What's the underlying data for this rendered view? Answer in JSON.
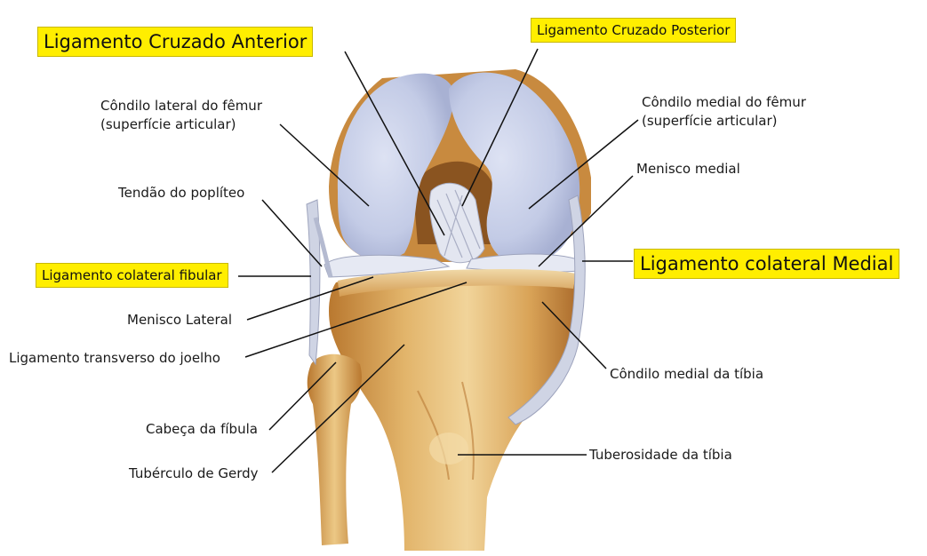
{
  "highlighted_labels": {
    "acl": "Ligamento Cruzado Anterior",
    "pcl": "Ligamento Cruzado Posterior",
    "lcl_fibular": "Ligamento colateral fibular",
    "mcl": "Ligamento colateral Medial"
  },
  "labels": {
    "lateral_condyle_femur_line1": "Côndilo lateral do fêmur",
    "lateral_condyle_femur_line2": "(superfície articular)",
    "medial_condyle_femur_line1": "Côndilo medial do fêmur",
    "medial_condyle_femur_line2": "(superfície articular)",
    "popliteus_tendon": "Tendão do poplíteo",
    "medial_meniscus": "Menisco medial",
    "lateral_meniscus": "Menisco Lateral",
    "transverse_ligament": "Ligamento transverso do joelho",
    "medial_tibial_condyle": "Côndilo medial da tíbia",
    "fibular_head": "Cabeça da fíbula",
    "tibial_tuberosity": "Tuberosidade da tíbia",
    "gerdy_tubercle": "Tubérculo de Gerdy"
  },
  "colors": {
    "highlight": "#ffee00",
    "cartilage": "#c3cbe6",
    "bone": "#e2b46a",
    "bone_dark": "#b9782f",
    "ligament": "#dfe3ef",
    "leader_line": "#111111"
  }
}
